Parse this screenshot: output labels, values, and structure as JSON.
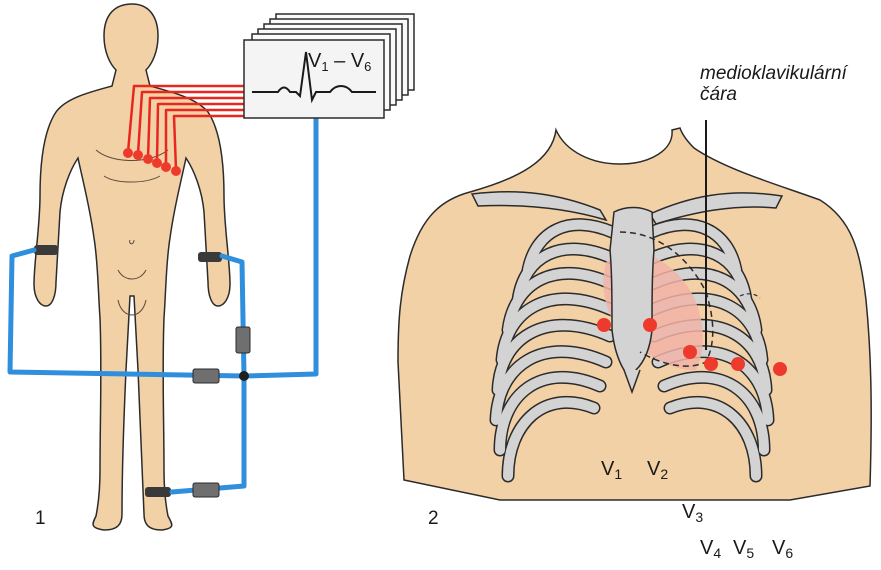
{
  "figure": {
    "panel_1_number": "1",
    "panel_2_number": "2"
  },
  "monitor": {
    "leads_prefix": "V",
    "leads_sub_from": "1",
    "leads_dash": " – V",
    "leads_sub_to": "6"
  },
  "annotation": {
    "line1": "medioklavikulární",
    "line2": "čára"
  },
  "chest_leads": [
    {
      "letter": "V",
      "sub": "1"
    },
    {
      "letter": "V",
      "sub": "2"
    },
    {
      "letter": "V",
      "sub": "3"
    },
    {
      "letter": "V",
      "sub": "4"
    },
    {
      "letter": "V",
      "sub": "5"
    },
    {
      "letter": "V",
      "sub": "6"
    }
  ],
  "colors": {
    "skin": "#f3d1a7",
    "outline": "#2b2b2b",
    "cable": "#2f8fdc",
    "wire": "#e8281e",
    "electrode": "#ee3a2c",
    "bone": "#d3d3d3",
    "heart": "#f1b3a6"
  }
}
